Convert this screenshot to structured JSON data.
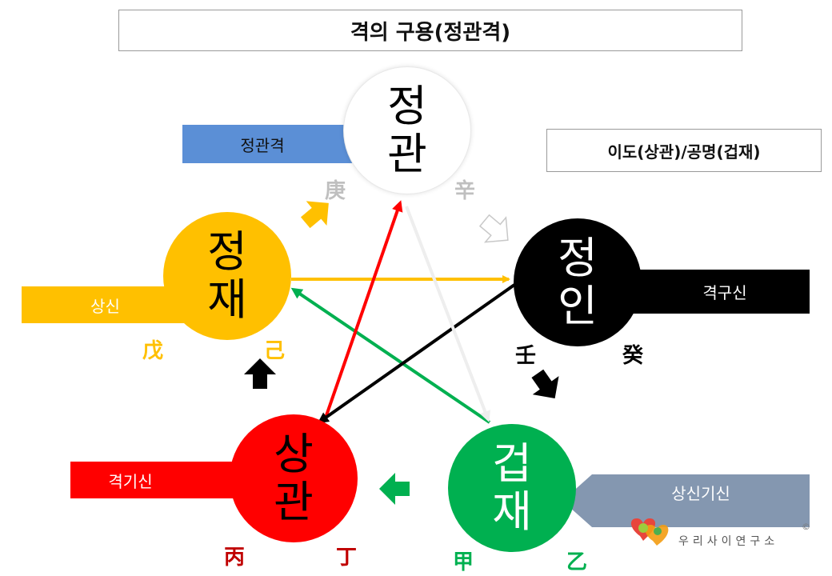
{
  "title": "격의 구용(정관격)",
  "note": "이도(상관)/공명(겁재)",
  "circles": {
    "jeonggwan": {
      "line1": "정",
      "line2": "관",
      "stems": [
        "庚",
        "辛"
      ]
    },
    "jeongjae": {
      "line1": "정",
      "line2": "재",
      "stems": [
        "戊",
        "己"
      ]
    },
    "jeongin": {
      "line1": "정",
      "line2": "인",
      "stems": [
        "壬",
        "癸"
      ]
    },
    "sanggwan": {
      "line1": "상",
      "line2": "관",
      "stems": [
        "丙",
        "丁"
      ]
    },
    "geopjae": {
      "line1": "겁",
      "line2": "재",
      "stems": [
        "甲",
        "乙"
      ]
    }
  },
  "tags": {
    "jeonggwangyeok": "정관격",
    "sangsin": "상신",
    "gyeokgusin": "격구신",
    "gyeokgisin": "격기신",
    "sangsingisin": "상신기신"
  },
  "logo": {
    "text": "우리사이연구소",
    "mark": "©"
  },
  "colors": {
    "yellow": "#ffc000",
    "red": "#ff0000",
    "green": "#00b050",
    "black": "#000000",
    "blue_tag": "#5b8fd6",
    "gray_tag": "#8497b0",
    "dark_red_text": "#c00000"
  }
}
